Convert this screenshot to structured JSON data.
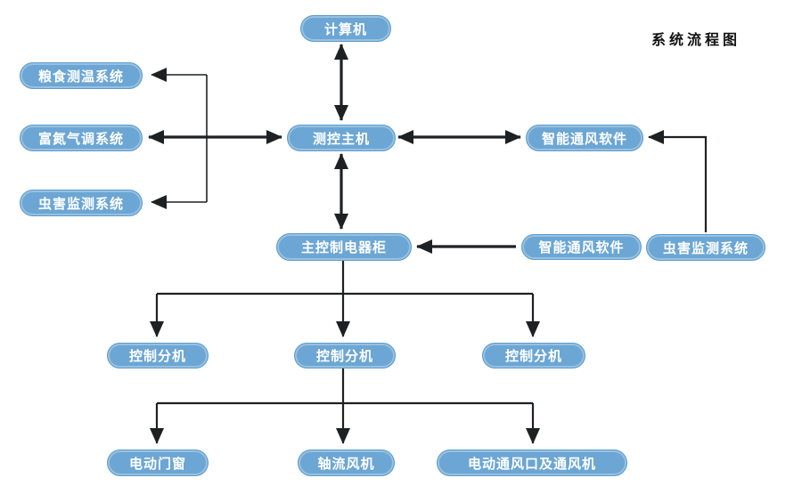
{
  "title": "系统流程图",
  "colors": {
    "node_fill": "#6ca6d4",
    "node_border": "#5b9bcb",
    "node_text": "#ffffff",
    "arrow": "#1d2124",
    "background": "#ffffff"
  },
  "nodes": {
    "computer": {
      "label": "计算机"
    },
    "grain_temp_system": {
      "label": "粮食测温系统"
    },
    "nitrogen_system": {
      "label": "富氮气调系统"
    },
    "pest_system_left": {
      "label": "虫害监测系统"
    },
    "control_host": {
      "label": "测控主机"
    },
    "vent_software_top": {
      "label": "智能通风软件"
    },
    "main_cabinet": {
      "label": "主控制电器柜"
    },
    "vent_software_mid": {
      "label": "智能通风软件"
    },
    "pest_system_right": {
      "label": "虫害监测系统"
    },
    "sub_controller_1": {
      "label": "控制分机"
    },
    "sub_controller_2": {
      "label": "控制分机"
    },
    "sub_controller_3": {
      "label": "控制分机"
    },
    "electric_door": {
      "label": "电动门窗"
    },
    "axial_fan": {
      "label": "轴流风机"
    },
    "vent_and_fan": {
      "label": "电动通风口及通风机"
    }
  },
  "edges": [
    {
      "from": "computer",
      "to": "control_host",
      "direction": "both"
    },
    {
      "from": "control_host",
      "to": "main_cabinet",
      "direction": "both"
    },
    {
      "from": "nitrogen_system",
      "to": "control_host",
      "direction": "both"
    },
    {
      "from": "control_host",
      "to": "grain_temp_system",
      "direction": "one"
    },
    {
      "from": "control_host",
      "to": "pest_system_left",
      "direction": "one"
    },
    {
      "from": "control_host",
      "to": "vent_software_top",
      "direction": "both"
    },
    {
      "from": "pest_system_right",
      "to": "vent_software_top",
      "direction": "one"
    },
    {
      "from": "vent_software_mid",
      "to": "main_cabinet",
      "direction": "one"
    },
    {
      "from": "main_cabinet",
      "to": "sub_controller_1",
      "direction": "one"
    },
    {
      "from": "main_cabinet",
      "to": "sub_controller_2",
      "direction": "one"
    },
    {
      "from": "main_cabinet",
      "to": "sub_controller_3",
      "direction": "one"
    },
    {
      "from": "sub_controller_2",
      "to": "electric_door",
      "direction": "one"
    },
    {
      "from": "sub_controller_2",
      "to": "axial_fan",
      "direction": "one"
    },
    {
      "from": "sub_controller_2",
      "to": "vent_and_fan",
      "direction": "one"
    }
  ]
}
